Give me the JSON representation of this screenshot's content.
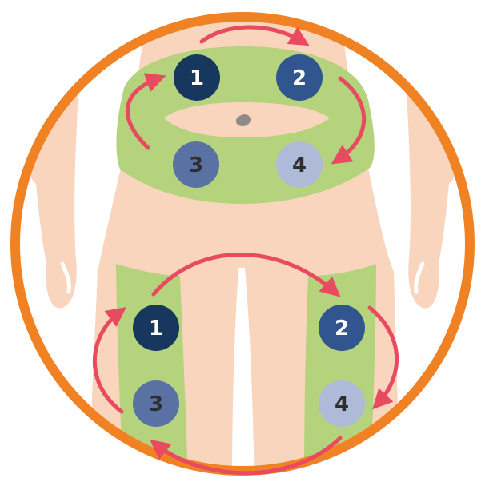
{
  "colors": {
    "frame_ring": "#F08223",
    "skin": "#FAD5BE",
    "injection_zone": "#B4D37C",
    "arrow": "#E84A5F",
    "navel": "#8E8A87",
    "site_1": "#17375E",
    "site_2": "#31558E",
    "site_3": "#5A72A3",
    "site_4": "#AEBBD8",
    "label_light": "#FFFFFF",
    "label_dark": "#2E2E2E"
  },
  "abdomen": {
    "sites": [
      {
        "label": "1"
      },
      {
        "label": "2"
      },
      {
        "label": "3"
      },
      {
        "label": "4"
      }
    ]
  },
  "thighs": {
    "sites": [
      {
        "label": "1"
      },
      {
        "label": "2"
      },
      {
        "label": "3"
      },
      {
        "label": "4"
      }
    ]
  }
}
